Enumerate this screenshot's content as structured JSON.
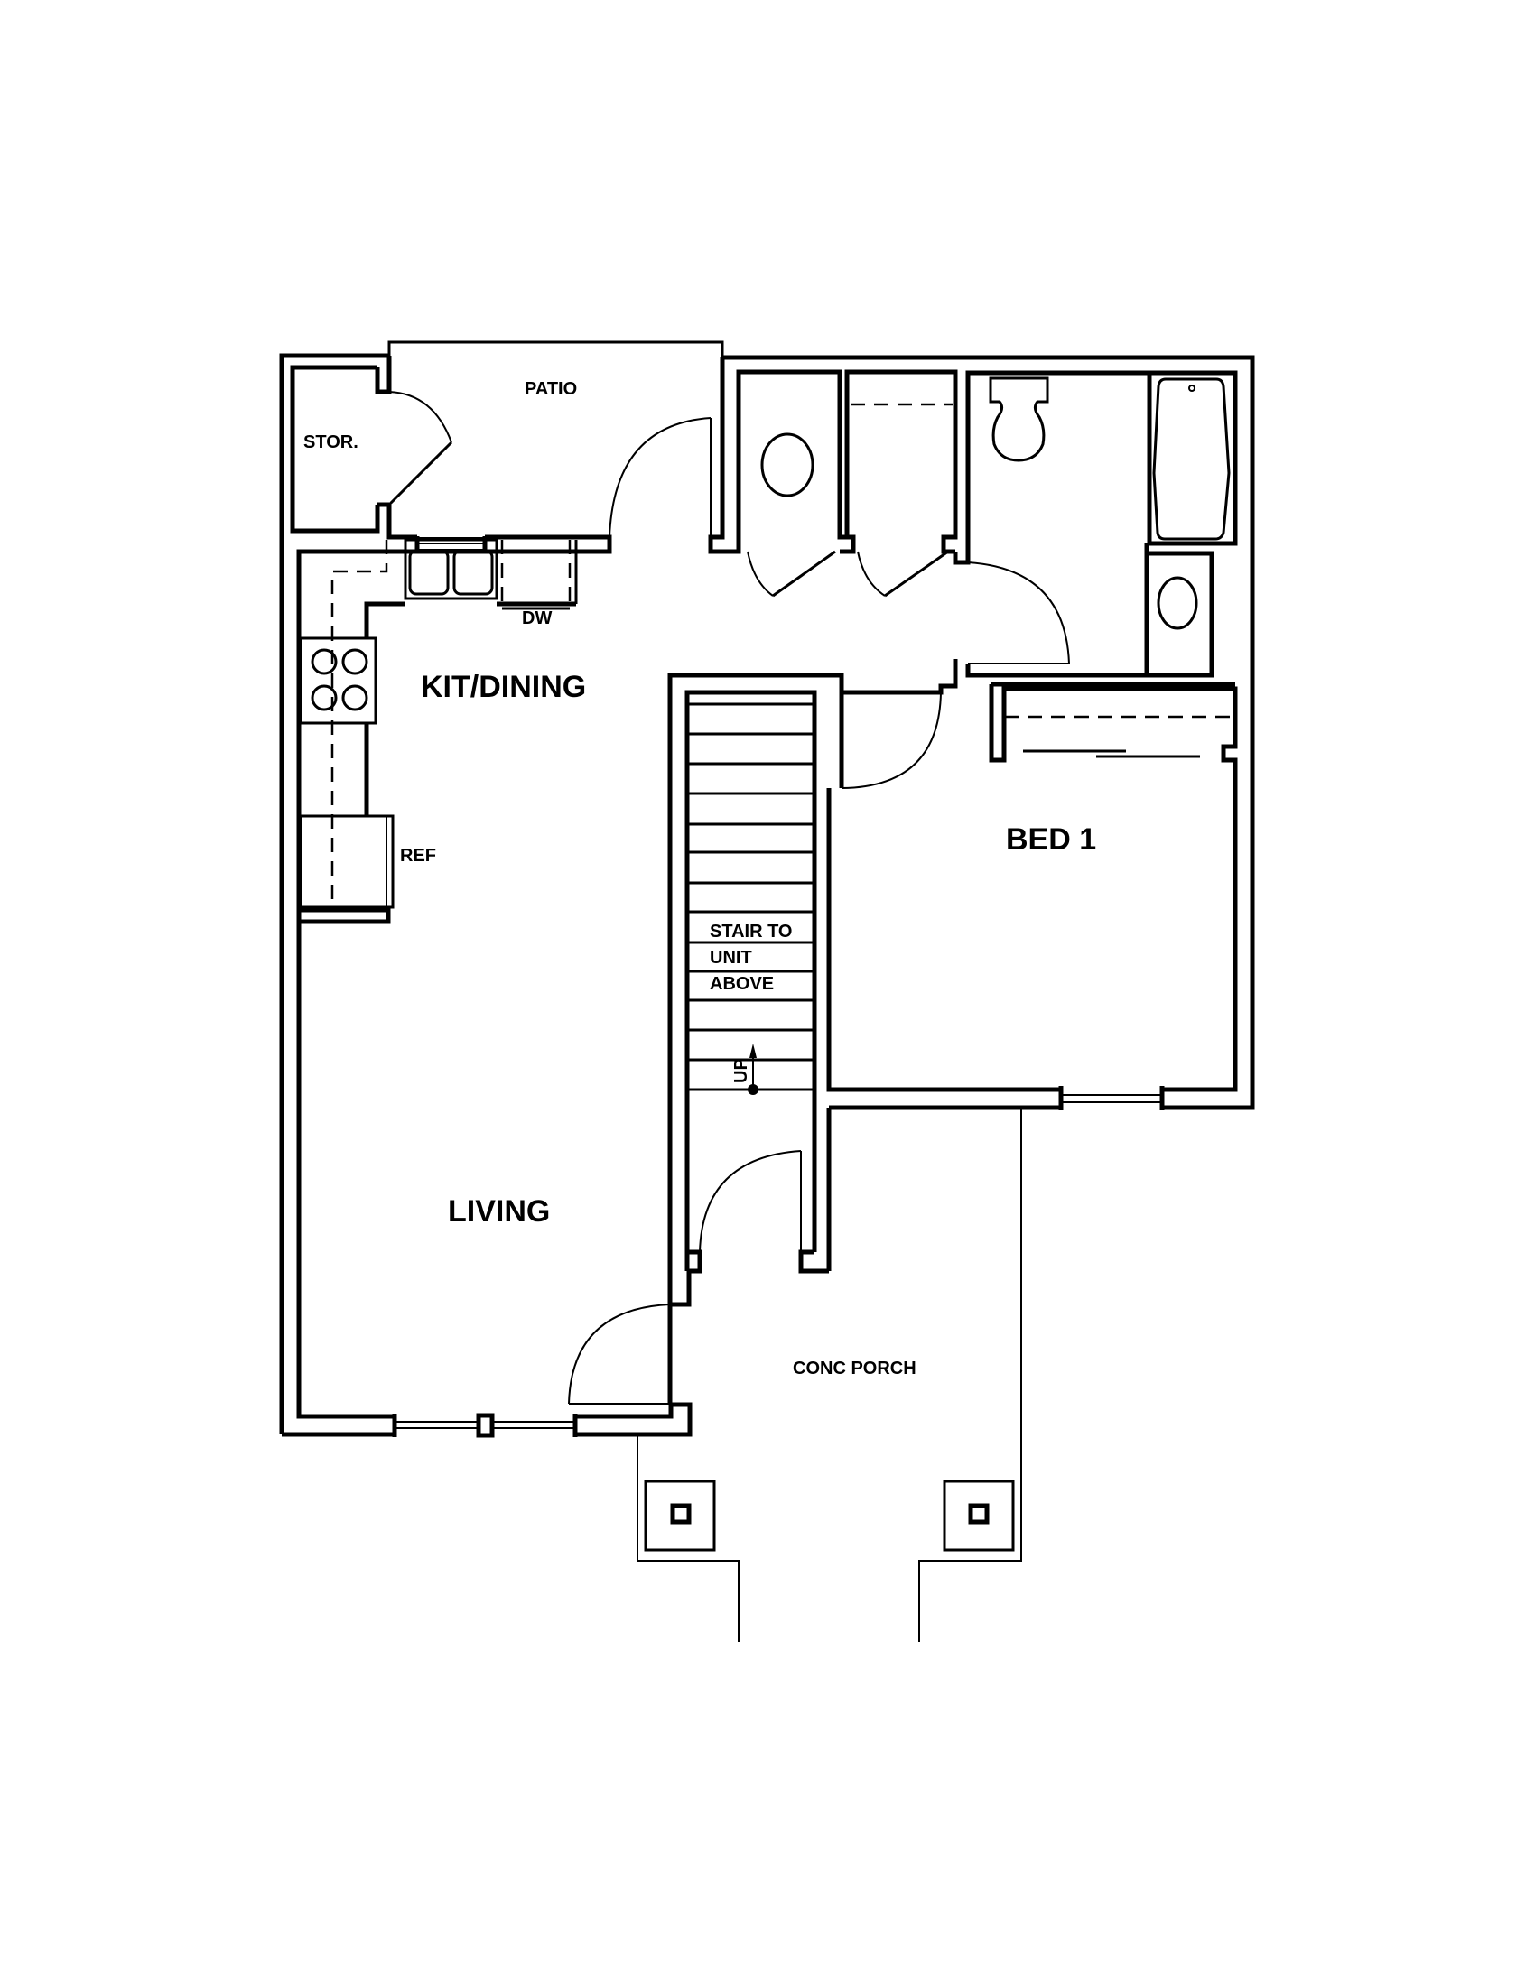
{
  "plan": {
    "rooms": {
      "patio": "PATIO",
      "storage": "STOR.",
      "kitchen_dining": "KIT/DINING",
      "living": "LIVING",
      "bedroom": "BED  1",
      "porch": "CONC PORCH"
    },
    "fixtures": {
      "dishwasher": "DW",
      "refrigerator": "REF"
    },
    "stair": {
      "line1": "STAIR  TO",
      "line2": "UNIT",
      "line3": "ABOVE",
      "direction": "UP"
    }
  }
}
